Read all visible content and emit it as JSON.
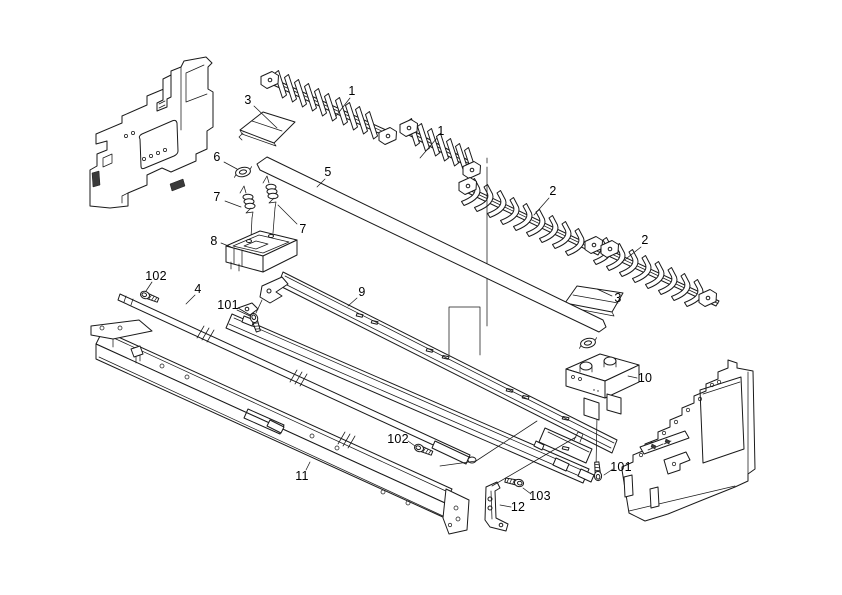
{
  "diagram": {
    "style": {
      "background_color": "#ffffff",
      "line_color": "#1a1a1a",
      "label_color": "#000000"
    },
    "callouts": [
      {
        "label": "3"
      },
      {
        "label": "1"
      },
      {
        "label": "1"
      },
      {
        "label": "2"
      },
      {
        "label": "2"
      },
      {
        "label": "3"
      },
      {
        "label": "6"
      },
      {
        "label": "5"
      },
      {
        "label": "7"
      },
      {
        "label": "7"
      },
      {
        "label": "8"
      },
      {
        "label": "102"
      },
      {
        "label": "4"
      },
      {
        "label": "101"
      },
      {
        "label": "9"
      },
      {
        "label": "10"
      },
      {
        "label": "102"
      },
      {
        "label": "101"
      },
      {
        "label": "11"
      },
      {
        "label": "103"
      },
      {
        "label": "12"
      }
    ]
  }
}
